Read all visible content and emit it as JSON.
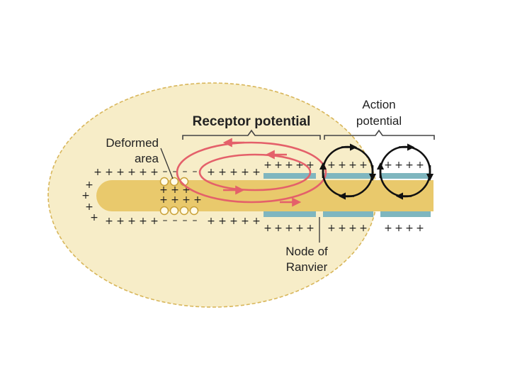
{
  "diagram": {
    "labels": {
      "receptor_potential": "Receptor potential",
      "action_line1": "Action",
      "action_line2": "potential",
      "deformed_line1": "Deformed",
      "deformed_line2": "area",
      "node_line1": "Node of",
      "node_line2": "Ranvier"
    },
    "charge": {
      "positive": "+",
      "negative": "–"
    },
    "colors": {
      "capsule_fill": "#f7edc8",
      "capsule_stroke": "#d8b65a",
      "fiber": "#e9c96c",
      "myelin": "#7fb6bf",
      "current_loop": "#e4606a",
      "action_loop": "#111111",
      "bracket": "#444444"
    }
  }
}
